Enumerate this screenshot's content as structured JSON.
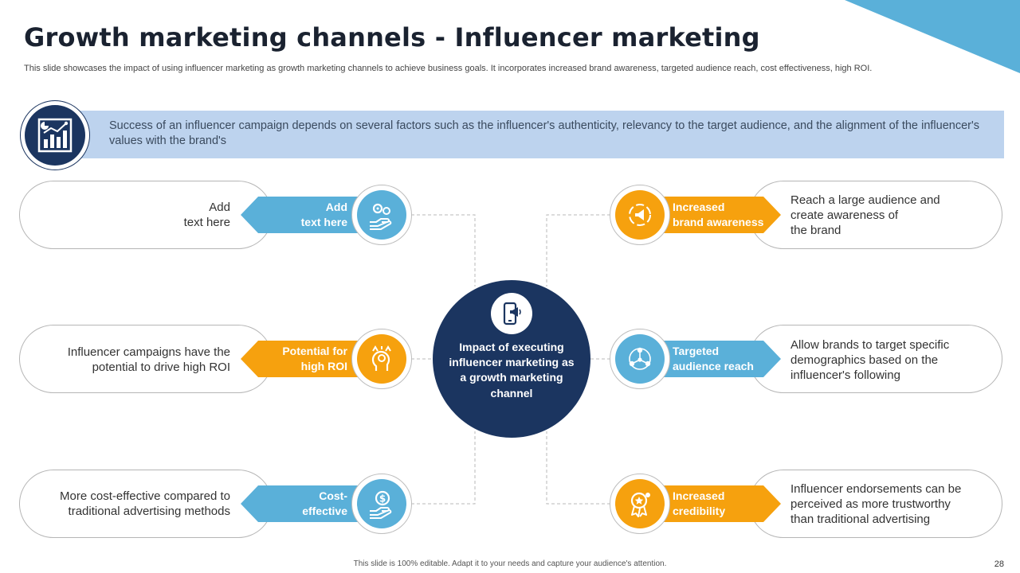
{
  "slide": {
    "title": "Growth marketing channels - Influencer marketing",
    "subtitle": "This slide showcases the impact of using influencer marketing as growth marketing channels to achieve business goals. It incorporates increased brand awareness, targeted audience reach, cost effectiveness, high ROI.",
    "banner_text": "Success of an influencer campaign depends on several factors such as the influencer's authenticity,  relevancy to the target audience, and the alignment of the influencer's values with the brand's",
    "center_text": "Impact of executing influencer marketing as a growth marketing channel",
    "footer": "This slide is 100% editable.  Adapt it to your needs and capture your audience's attention.",
    "page_number": "28"
  },
  "left_items": [
    {
      "tag": "Add\ntext here",
      "desc": "Add\ntext here",
      "color": "#5ab0d9",
      "icon": "gears-hand-icon"
    },
    {
      "tag": "Potential for\nhigh ROI",
      "desc": "Influencer  campaigns have the\npotential to drive high ROI",
      "color": "#f6a10e",
      "icon": "head-gears-icon"
    },
    {
      "tag": "Cost-\neffective",
      "desc": "More cost-effective compared to\ntraditional advertising methods",
      "color": "#5ab0d9",
      "icon": "dollar-hand-icon"
    }
  ],
  "right_items": [
    {
      "tag": "Increased\nbrand awareness",
      "desc": "Reach a large audience and\ncreate awareness of\nthe brand",
      "color": "#f6a10e",
      "icon": "megaphone-cycle-icon"
    },
    {
      "tag": "Targeted\naudience reach",
      "desc": "Allow brands to target specific\ndemographics based on the\ninfluencer's following",
      "color": "#5ab0d9",
      "icon": "network-people-icon"
    },
    {
      "tag": "Increased\ncredibility",
      "desc": "Influencer  endorsements can be\nperceived as more trustworthy\nthan traditional advertising",
      "color": "#f6a10e",
      "icon": "award-badge-icon"
    }
  ],
  "colors": {
    "navy": "#1b3560",
    "blue": "#5ab0d9",
    "orange": "#f6a10e",
    "banner": "#bdd3ee"
  }
}
